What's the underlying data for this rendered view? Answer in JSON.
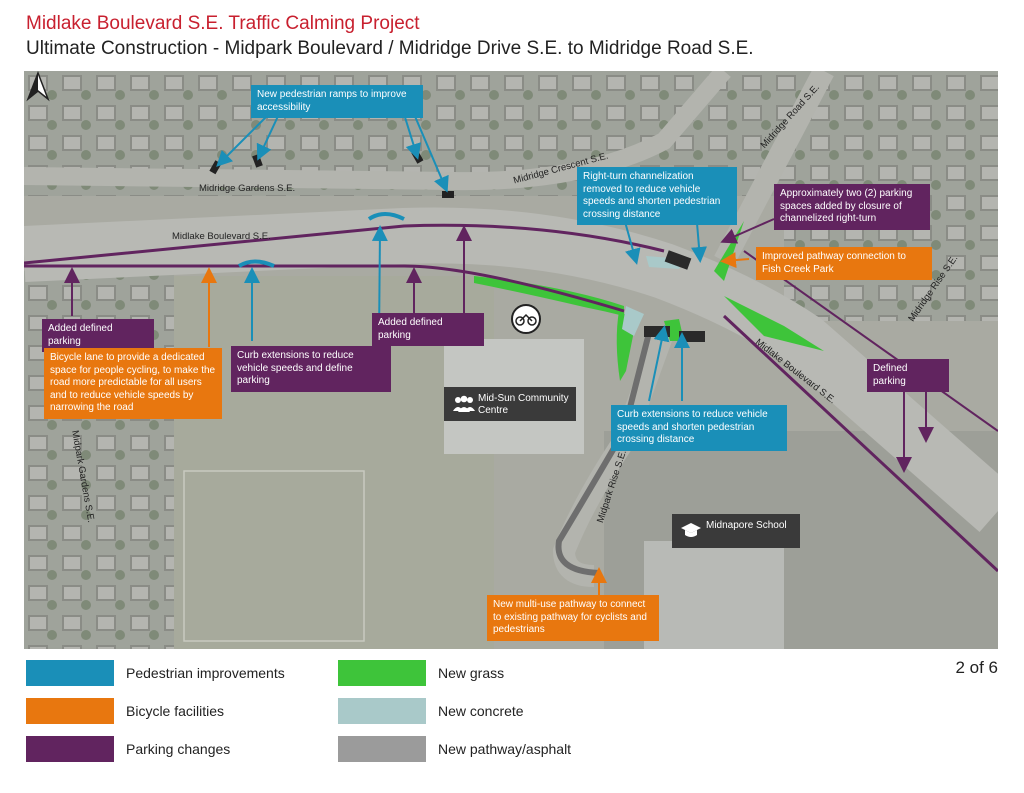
{
  "header": {
    "title": "Midlake Boulevard S.E. Traffic Calming Project",
    "subtitle": "Ultimate Construction - Midpark Boulevard / Midridge Drive S.E. to Midridge Road S.E."
  },
  "page_number": "2 of 6",
  "colors": {
    "pedestrian": "#1a8fb8",
    "bicycle": "#e8770f",
    "parking": "#61245f",
    "grass": "#3ec43a",
    "concrete": "#a9c9c9",
    "asphalt": "#9b9b9b"
  },
  "road_labels": {
    "midridge_gardens": "Midridge Gardens S.E.",
    "midlake_blvd_west": "Midlake Boulevard S.E.",
    "midridge_crescent": "Midridge Crescent S.E.",
    "midridge_road": "Midridge Road S.E.",
    "midridge_rise": "Midridge Rise S.E.",
    "midlake_blvd_east": "Midlake Boulevard S.E.",
    "midpark_rise": "Midpark Rise S.E.",
    "midpark_gardens": "Midpark Gardens S.E."
  },
  "callouts": {
    "ped_ramps": "New pedestrian ramps to improve accessibility",
    "right_turn": "Right-turn channelization removed to reduce vehicle speeds and shorten pedestrian crossing distance",
    "two_parking": "Approximately two (2) parking spaces added by closure of channelized right-turn",
    "pathway_fish_creek": "Improved pathway connection to Fish Creek Park",
    "parking_left": "Added defined parking",
    "parking_mid": "Added defined parking",
    "defined_parking": "Defined parking",
    "bike_lane": "Bicycle lane to provide a dedicated space for people cycling, to make the road more predictable for all users and to reduce vehicle speeds by narrowing the road",
    "curb_ext_parking": "Curb extensions to reduce vehicle speeds and define parking",
    "curb_ext_ped": "Curb extensions to reduce vehicle speeds and shorten pedestrian crossing distance",
    "multi_use": "New multi-use pathway to connect to existing pathway for cyclists and pedestrians"
  },
  "poi": {
    "community_centre": "Mid-Sun Community Centre",
    "school": "Midnapore School"
  },
  "icons": {
    "community_centre": "people-group-icon",
    "school": "graduation-cap-icon",
    "north": "north-arrow-icon",
    "bike": "bicycle-symbol-icon"
  },
  "legend": [
    {
      "label": "Pedestrian improvements",
      "color": "#1a8fb8"
    },
    {
      "label": "Bicycle facilities",
      "color": "#e8770f"
    },
    {
      "label": "Parking changes",
      "color": "#61245f"
    },
    {
      "label": "New grass",
      "color": "#3ec43a"
    },
    {
      "label": "New concrete",
      "color": "#a9c9c9"
    },
    {
      "label": "New pathway/asphalt",
      "color": "#9b9b9b"
    }
  ]
}
